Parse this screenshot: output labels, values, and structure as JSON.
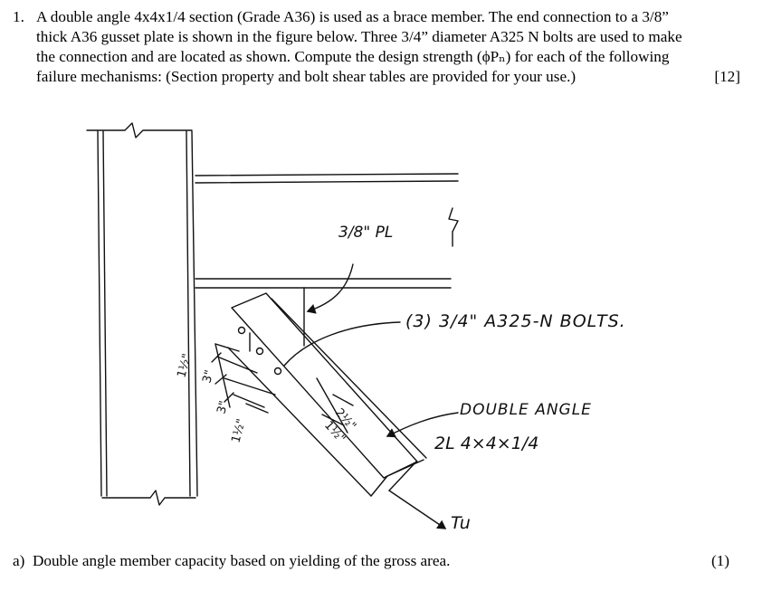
{
  "question": {
    "number": "1.",
    "lines": [
      "A double angle 4x4x1/4 section (Grade A36) is used as a brace member.  The end connection to a 3/8”",
      "thick A36 gusset plate is shown in the figure below.  Three 3/4” diameter A325 N bolts are used to make",
      "the connection and are located as shown.  Compute the design strength (ϕPₙ) for each of the following"
    ],
    "last_line": "failure mechanisms:   (Section property and bolt shear tables are provided for your use.)",
    "points": "[12]"
  },
  "figure": {
    "plate_label": "3/8\" PL",
    "bolts_label": "(3) 3/4\" A325-N BOLTS.",
    "angle_label_line1": "DOUBLE ANGLE",
    "angle_label_line2": "2L 4×4×1/4",
    "load_label": "Tu",
    "dims": {
      "edge_top": "1½\"",
      "spacing_1": "3\"",
      "spacing_2": "3\"",
      "edge_bottom": "1½\"",
      "gage": "2½\"",
      "edge_side": "1½\""
    }
  },
  "part_a": {
    "label": "a)",
    "text": "Double angle member capacity based on yielding of the gross area.",
    "points": "(1)"
  }
}
